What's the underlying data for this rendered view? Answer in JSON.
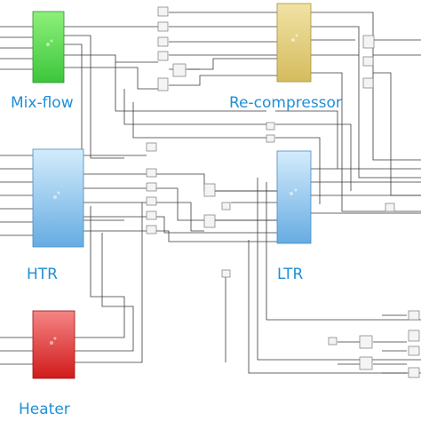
{
  "diagram": {
    "labels": {
      "mix_flow": "Mix-flow",
      "re_compressor": "Re-compressor",
      "htr": "HTR",
      "ltr": "LTR",
      "heater": "Heater"
    },
    "label_color": "#1f8fd6",
    "components": [
      {
        "id": "mix-flow",
        "color_top": "#8ef07a",
        "color_bottom": "#3cc63c"
      },
      {
        "id": "re-compressor",
        "color_top": "#f1e2a4",
        "color_bottom": "#d4bc5e"
      },
      {
        "id": "htr",
        "color_top": "#cfe9fb",
        "color_bottom": "#6fb2e4"
      },
      {
        "id": "ltr",
        "color_top": "#cfe9fb",
        "color_bottom": "#6fb2e4"
      },
      {
        "id": "heater",
        "color_top": "#f57b7b",
        "color_bottom": "#d61f1f"
      }
    ]
  }
}
